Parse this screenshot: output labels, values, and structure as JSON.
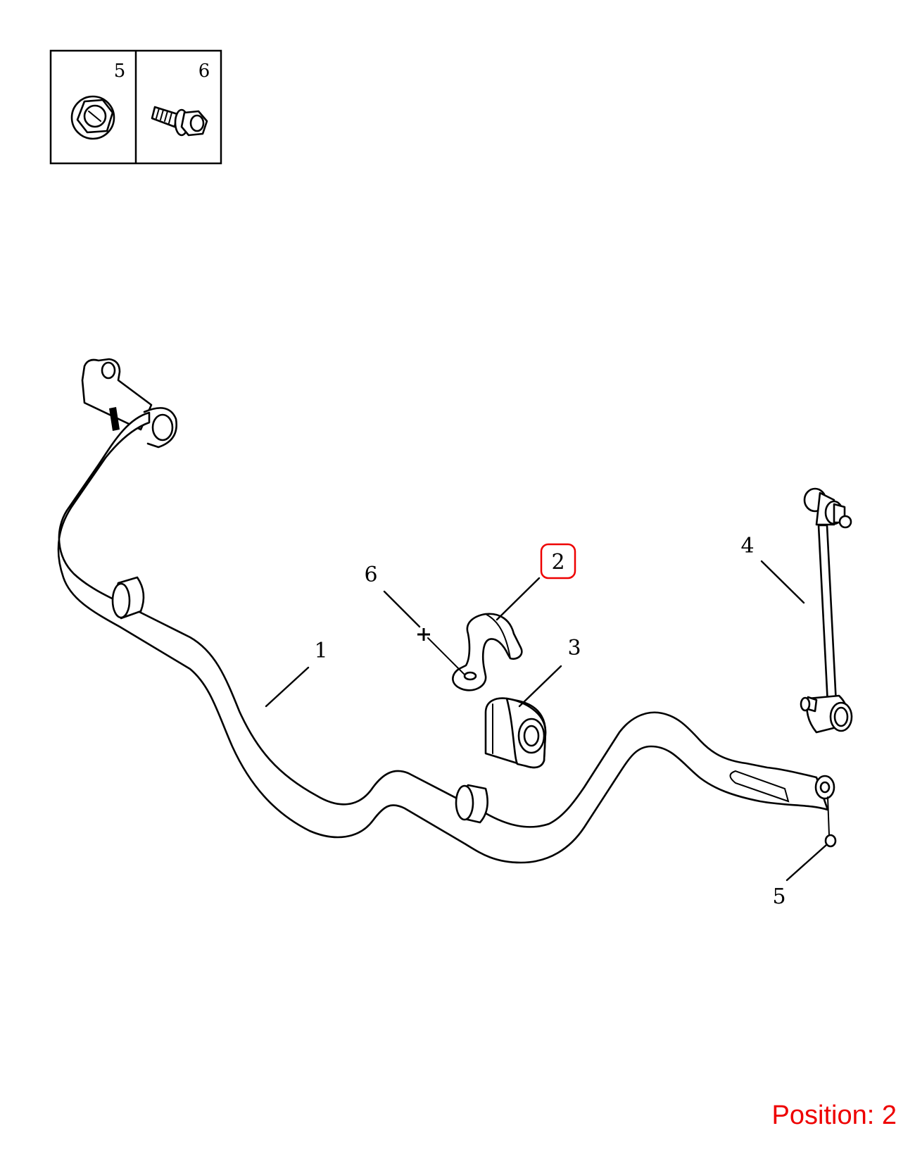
{
  "legend": {
    "cells": [
      {
        "number": "5",
        "icon": "flange-nut-icon"
      },
      {
        "number": "6",
        "icon": "flange-bolt-icon"
      }
    ]
  },
  "callouts": {
    "c1": "1",
    "c2": "2",
    "c3": "3",
    "c4": "4",
    "c5": "5",
    "c6": "6"
  },
  "highlight": {
    "callout": "2",
    "color": "#ee0000"
  },
  "position_label": "Position: 2"
}
